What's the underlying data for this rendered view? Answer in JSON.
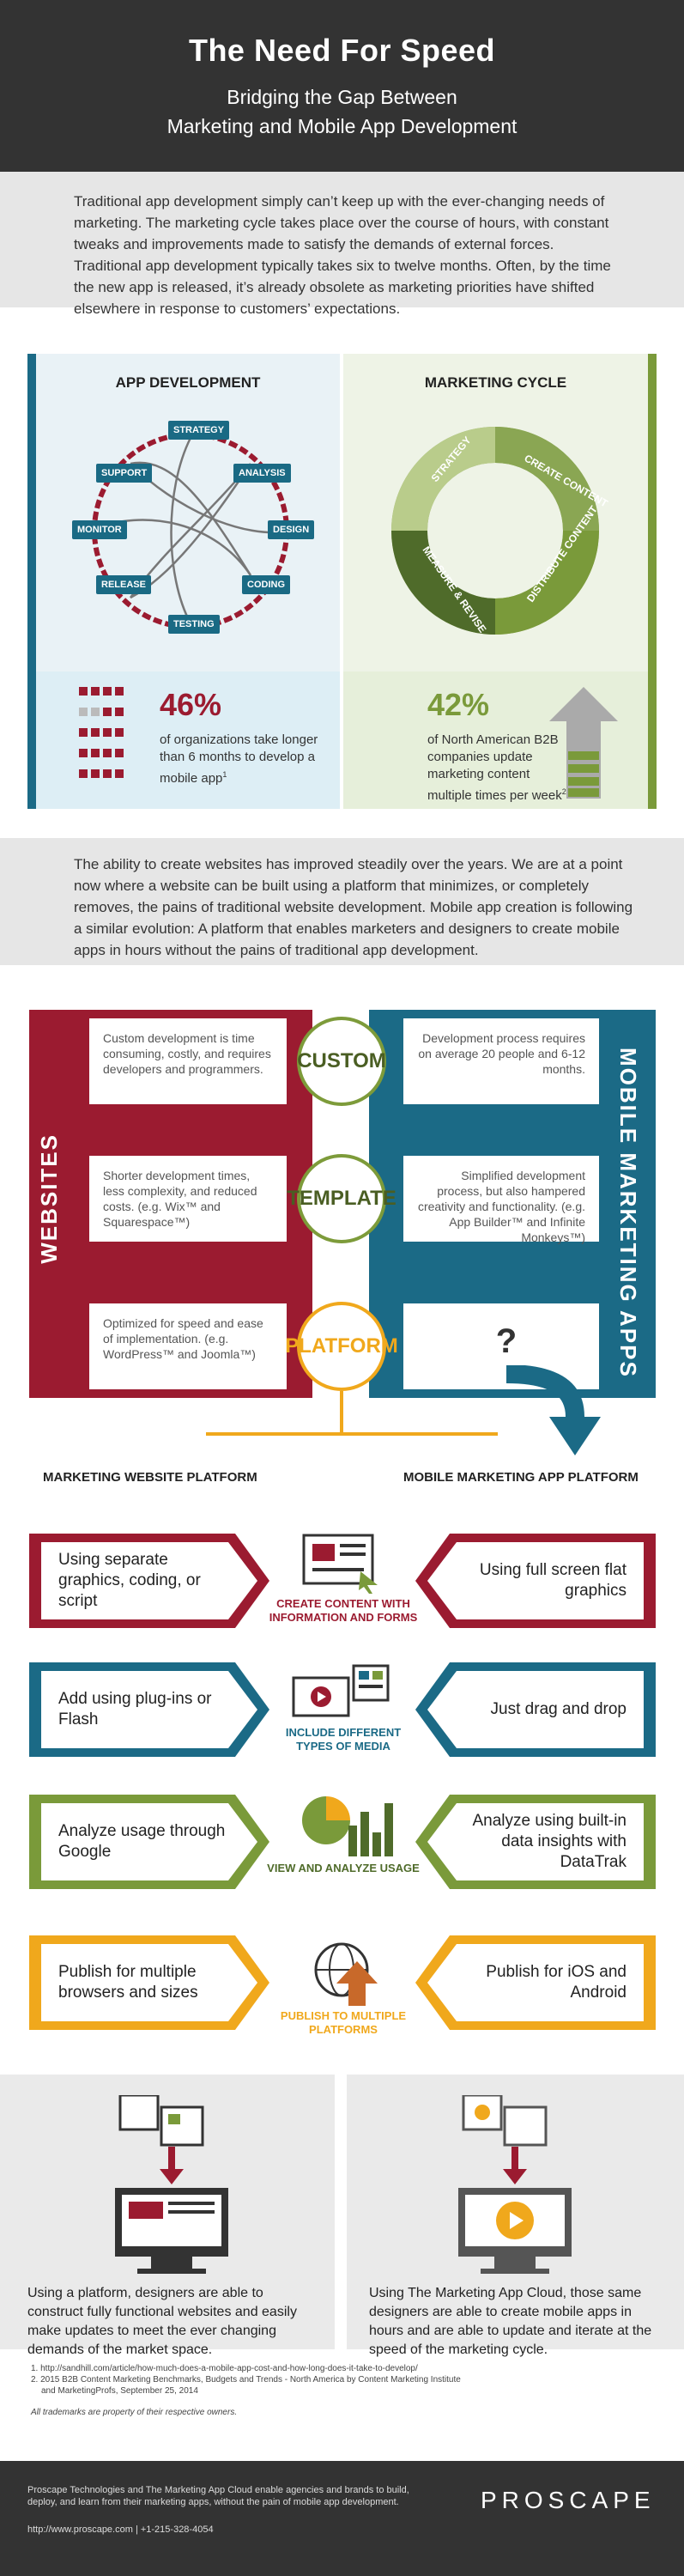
{
  "header": {
    "title": "The Need For Speed",
    "subtitle_1": "Bridging the Gap Between",
    "subtitle_2": "Marketing and Mobile App Development"
  },
  "intro": {
    "text": "Traditional app development simply can’t keep up with the ever-changing needs of marketing. The marketing cycle takes place over the course of hours, with constant tweaks and improvements made to satisfy the demands of external forces. Traditional app development typically takes six to twelve months. Often, by the time the new app is released, it’s already obsolete as marketing priorities have shifted elsewhere in response to customers’ expectations."
  },
  "app_dev": {
    "title": "APP DEVELOPMENT",
    "nodes": [
      "STRATEGY",
      "ANALYSIS",
      "DESIGN",
      "CODING",
      "TESTING",
      "RELEASE",
      "MONITOR",
      "SUPPORT"
    ],
    "pct": "46%",
    "stat": "of organizations take longer than 6 months to develop a mobile app",
    "stat_sup": "1"
  },
  "marketing_cycle": {
    "title": "MARKETING CYCLE",
    "segments": [
      "STRATEGY",
      "CREATE CONTENT",
      "DISTRIBUTE CONTENT",
      "MEASURE & REVISE"
    ],
    "pct": "42%",
    "stat": "of North American B2B companies update marketing content multiple times per week",
    "stat_sup": "2"
  },
  "intro2": {
    "text": "The ability to create websites has improved steadily over the years. We are at a point now where a website can be built using a platform that minimizes, or completely removes, the pains of traditional website development. Mobile app creation is following a similar evolution: A platform that enables marketers and designers to create mobile apps in hours without the pains of traditional app development."
  },
  "compare": {
    "left_label": "WEBSITES",
    "right_label": "MOBILE MARKETING APPS",
    "rows": [
      {
        "center": "CUSTOM",
        "left": "Custom development is time consuming, costly, and requires developers and programmers.",
        "right": "Development process requires on average 20 people and 6-12 months."
      },
      {
        "center": "TEMPLATE",
        "left": "Shorter development times, less complexity, and reduced costs. (e.g. Wix™ and Squarespace™)",
        "right": "Simplified development process, but also hampered creativity and functionality. (e.g. App Builder™ and Infinite Monkeys™)"
      },
      {
        "center": "PLATFORM",
        "left": "Optimized for speed and ease of implementation. (e.g. WordPress™ and Joomla™)",
        "right": "?"
      }
    ],
    "bottom_left": "MARKETING WEBSITE PLATFORM",
    "bottom_right": "MOBILE MARKETING APP PLATFORM"
  },
  "features": [
    {
      "left": "Using separate graphics, coding, or script",
      "label": "CREATE CONTENT WITH INFORMATION AND FORMS",
      "right": "Using full screen flat graphics",
      "color": "#9b1b30"
    },
    {
      "left": "Add using plug-ins or Flash",
      "label": "INCLUDE DIFFERENT TYPES OF MEDIA",
      "right": "Just drag and drop",
      "color": "#1b6a86"
    },
    {
      "left": "Analyze usage through Google",
      "label": "VIEW AND ANALYZE USAGE",
      "right": "Analyze using built-in data insights with DataTrak",
      "color": "#7a9a3a"
    },
    {
      "left": "Publish for multiple browsers and sizes",
      "label": "PUBLISH TO MULTIPLE PLATFORMS",
      "right": "Publish for iOS and Android",
      "color": "#f0a81c"
    }
  ],
  "bottom": {
    "left": "Using a platform, designers are able to construct fully functional websites and easily make updates to meet the ever changing demands of the market space.",
    "right": "Using The Marketing App Cloud, those same designers are able to create mobile apps in hours and are able to update and iterate at the speed of the marketing cycle."
  },
  "footnotes": {
    "n1": "1. http://sandhill.com/article/how-much-does-a-mobile-app-cost-and-how-long-does-it-take-to-develop/",
    "n2a": "2. 2015 B2B Content Marketing Benchmarks, Budgets and Trends - North America by Content Marketing Institute",
    "n2b": "and MarketingProfs, September 25, 2014",
    "trademark": "All trademarks are property of their respective owners."
  },
  "footer": {
    "line1": "Proscape Technologies and The Marketing App Cloud enable agencies and brands to build,",
    "line2": "deploy, and learn from their marketing apps, without the pain of mobile app development.",
    "contact": "http://www.proscape.com  |  +1-215-328-4054",
    "logo": "PROSCAPE"
  },
  "colors": {
    "red": "#9b1b30",
    "teal": "#1b6a86",
    "green": "#7a9a3a",
    "orange": "#f0a81c",
    "dark": "#333333"
  }
}
